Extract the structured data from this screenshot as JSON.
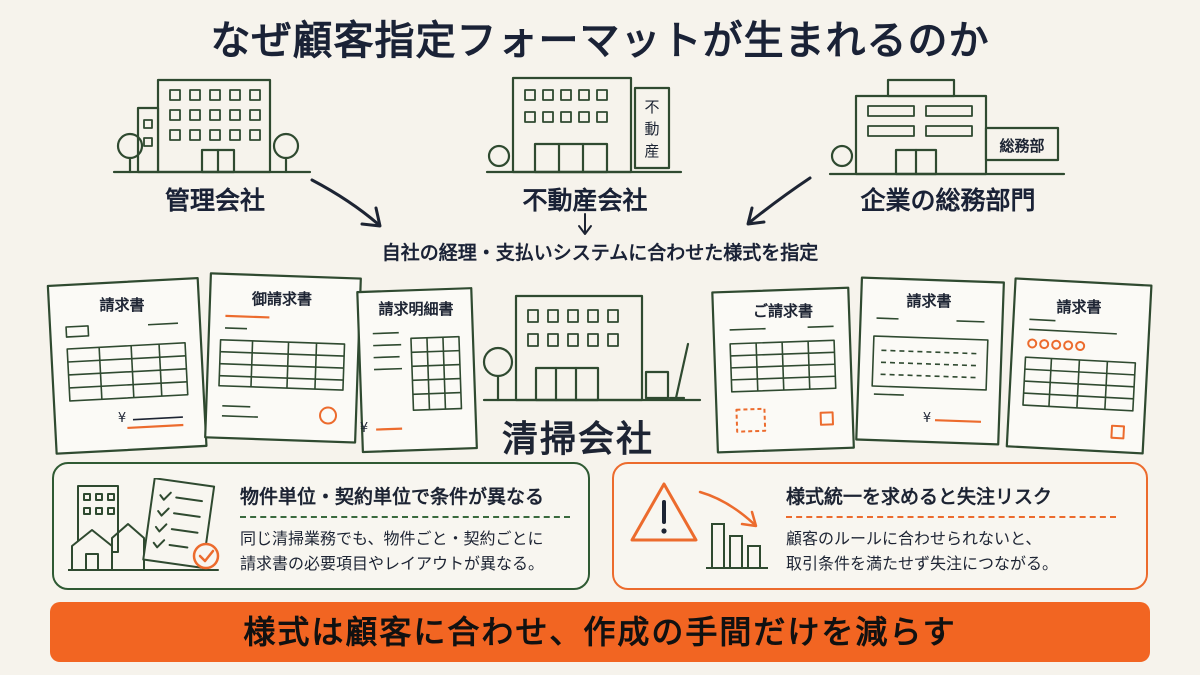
{
  "title": "なぜ顧客指定フォーマットが生まれるのか",
  "sources": [
    {
      "label": "管理会社"
    },
    {
      "label": "不動産会社",
      "sign": [
        "不",
        "動",
        "産"
      ]
    },
    {
      "label": "企業の総務部門",
      "sign": "総務部"
    }
  ],
  "middle_text": "自社の経理・支払いシステムに合わせた様式を指定",
  "documents": {
    "left": [
      "請求書",
      "御請求書",
      "請求明細書"
    ],
    "right": [
      "ご請求書",
      "請求書",
      "請求書"
    ]
  },
  "yen": "¥",
  "center_label": "清掃会社",
  "panel_left": {
    "heading": "物件単位・契約単位で条件が異なる",
    "lines": [
      "同じ清掃業務でも、物件ごと・契約ごとに",
      "請求書の必要項目やレイアウトが異なる。"
    ]
  },
  "panel_right": {
    "heading": "様式統一を求めると失注リスク",
    "lines": [
      "顧客のルールに合わせられないと、",
      "取引条件を満たせず失注につながる。"
    ]
  },
  "banner": "様式は顧客に合わせ、作成の手間だけを減らす",
  "colors": {
    "accent": "#f26522",
    "green": "#2f5a33",
    "navy": "#1a2236"
  }
}
